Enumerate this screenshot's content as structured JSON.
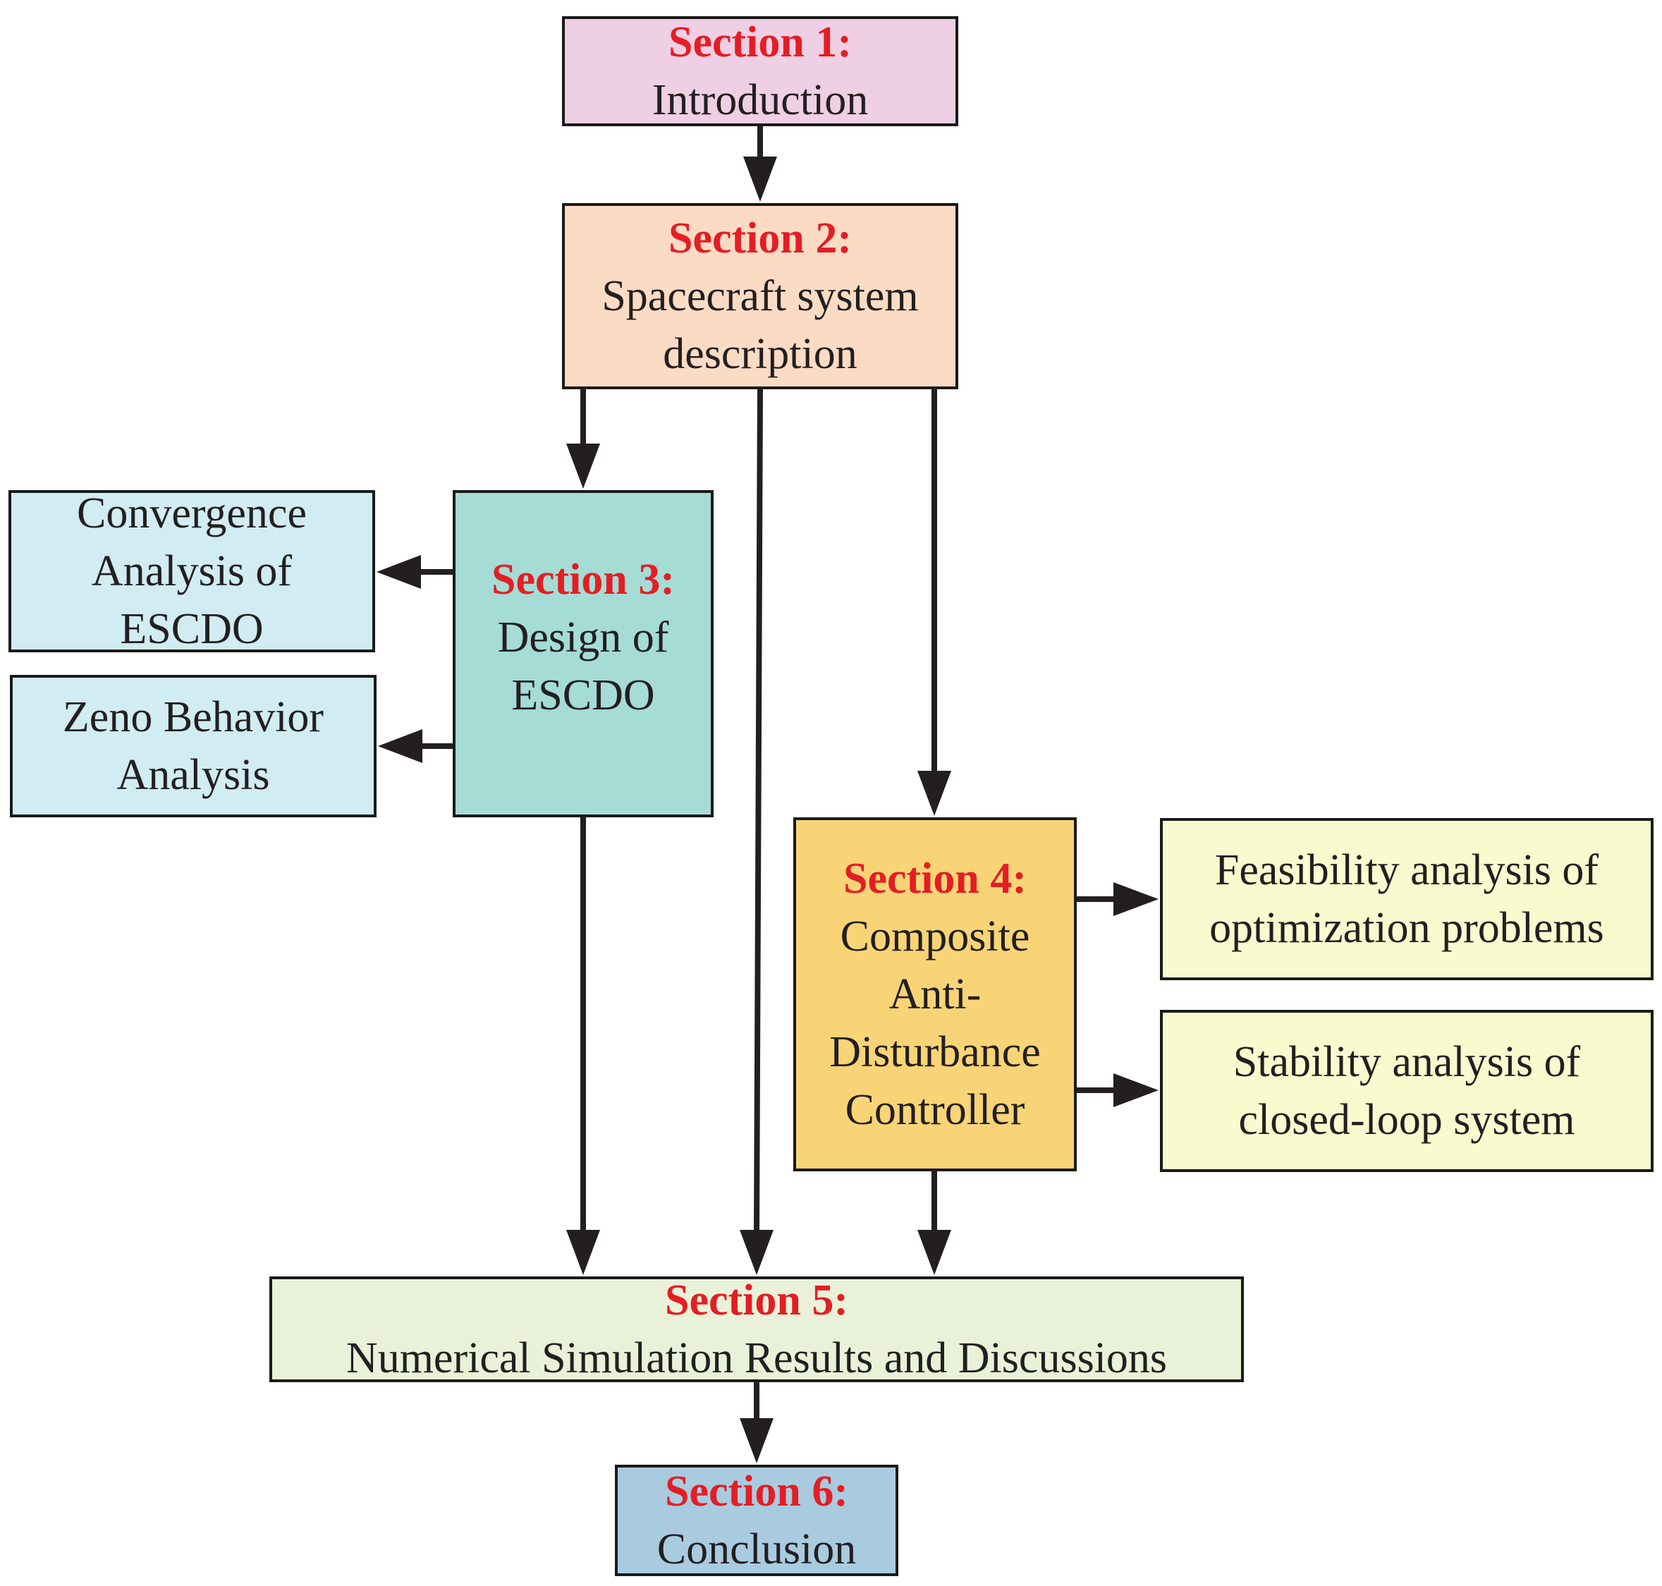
{
  "boxes": {
    "s1": {
      "section": "Section 1:",
      "text": "Introduction",
      "color": "#eecfe4"
    },
    "s2": {
      "section": "Section 2:",
      "text": "Spacecraft system\ndescription",
      "color": "#fcdbc4"
    },
    "s3": {
      "section": "Section 3:",
      "text": "Design of\nESCDO",
      "color": "#a5dcd6"
    },
    "convergence": {
      "text": "Convergence\nAnalysis of\nESCDO",
      "color": "#d1ecf3"
    },
    "zeno": {
      "text": "Zeno Behavior\nAnalysis",
      "color": "#d1ecf3"
    },
    "s4": {
      "section": "Section 4:",
      "text": "Composite\nAnti-\nDisturbance\nController",
      "color": "#f9d477"
    },
    "feasibility": {
      "text": "Feasibility analysis of\noptimization problems",
      "color": "#fafacf"
    },
    "stability": {
      "text": "Stability analysis of\nclosed-loop system",
      "color": "#fafacf"
    },
    "s5": {
      "section": "Section 5:",
      "text": "Numerical Simulation Results and Discussions",
      "color": "#e9f2d8"
    },
    "s6": {
      "section": "Section 6:",
      "text": "Conclusion",
      "color": "#a9cbdf"
    }
  },
  "colors": {
    "section_label": "#e31e24",
    "border": "#1a1a1a",
    "arrow": "#231f20"
  }
}
